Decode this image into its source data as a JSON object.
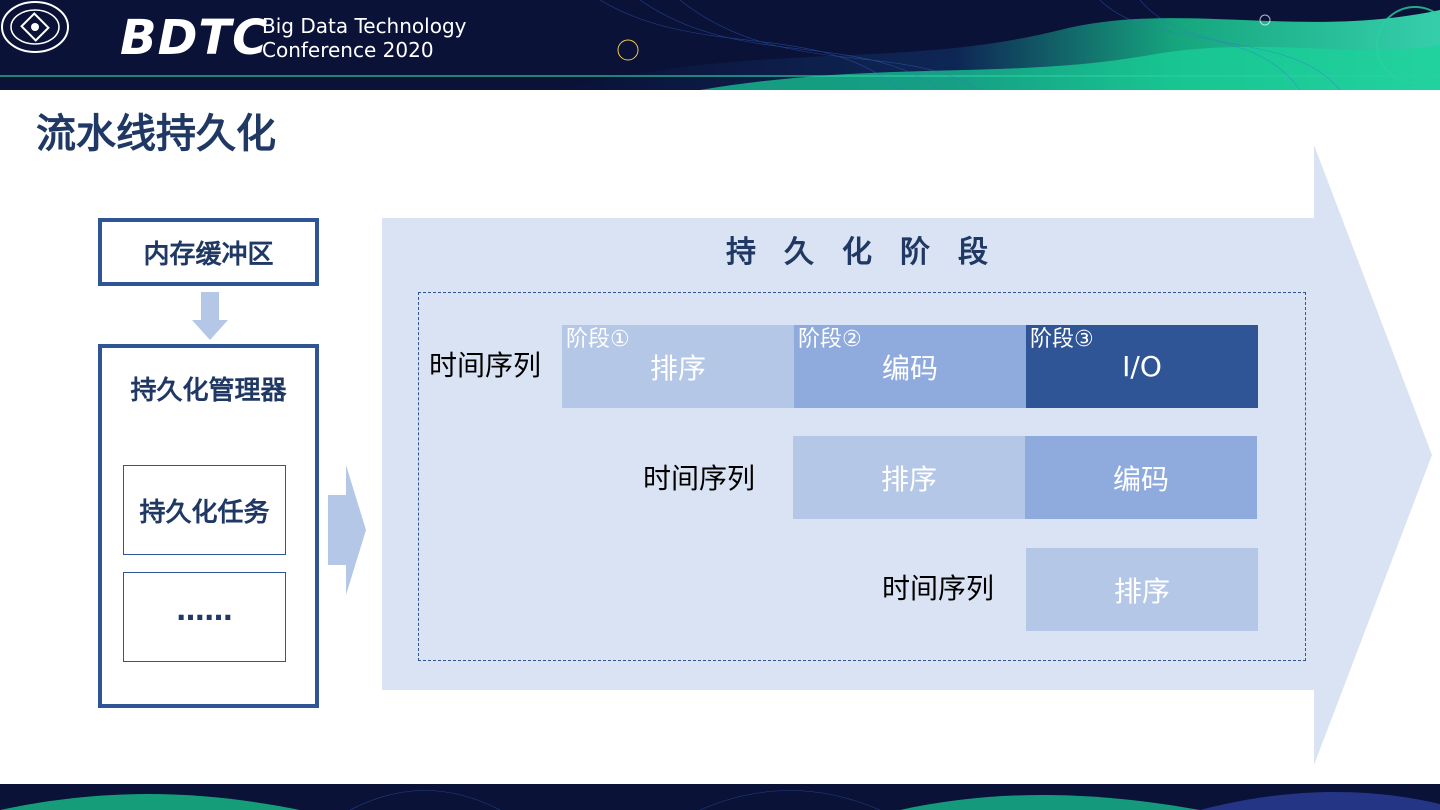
{
  "header": {
    "brand": "BDTC",
    "subtitle_line1": "Big Data Technology",
    "subtitle_line2": "Conference 2020"
  },
  "title": "流水线持久化",
  "left": {
    "buffer": "内存缓冲区",
    "manager": "持久化管理器",
    "task": "持久化任务",
    "more": "……"
  },
  "diagram": {
    "heading": "持久化阶段",
    "series_label": "时间序列",
    "rows": [
      {
        "cells": [
          {
            "tag": "阶段①",
            "text": "排序"
          },
          {
            "tag": "阶段②",
            "text": "编码"
          },
          {
            "tag": "阶段③",
            "text": "I/O"
          }
        ]
      },
      {
        "cells": [
          {
            "text": "排序"
          },
          {
            "text": "编码"
          }
        ]
      },
      {
        "cells": [
          {
            "text": "排序"
          }
        ]
      }
    ]
  },
  "colors": {
    "stage1": "#b4c7e7",
    "stage2": "#8faadc",
    "stage3": "#2f5597",
    "title": "#1f3864",
    "arrow_fill": "#dae3f3"
  }
}
